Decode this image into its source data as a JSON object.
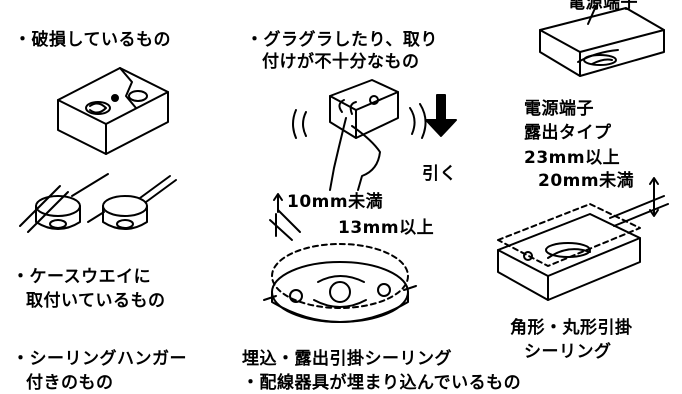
{
  "labels": {
    "damaged": "・破損しているもの",
    "loose_line1": "・グラグラしたり、取り",
    "loose_line2": "付けが不十分なもの",
    "terminal_top": "電源端子",
    "terminal_line1": "電源端子",
    "terminal_line2": "露出タイプ",
    "terminal_line3": "23mm以上",
    "terminal_line4": "20mm未満",
    "pull": "引く",
    "under_10": "10mm未満",
    "over_13": "13mm以上",
    "case_line1": "・ケースウエイに",
    "case_line2": "取付いているもの",
    "square_round_line1": "角形・丸形引掛",
    "square_round_line2": "シーリング",
    "hanger_line1": "・シーリングハンガー",
    "hanger_line2": "付きのもの",
    "embedded_title": "埋込・露出引掛シーリング",
    "embedded_note": "・配線器具が埋まり込んでいるもの"
  },
  "icons": {
    "damaged": "broken-ceiling-fitting",
    "loose": "hand-wobbling-fitting",
    "arrow": "arrow-down-icon",
    "terminal": "exposed-terminal-fitting",
    "case": "caseway-fittings",
    "round": "round-ceiling-plate",
    "square": "square-ceiling-fitting"
  }
}
